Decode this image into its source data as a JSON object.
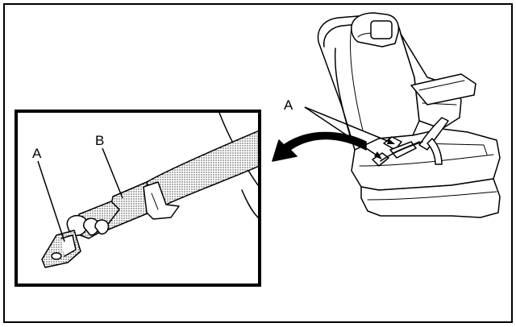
{
  "labels": {
    "inset_a": "A",
    "inset_b": "B",
    "seat_a": "A"
  },
  "colors": {
    "stroke": "#000000",
    "fill": "#ffffff",
    "stipple": "#000000"
  },
  "icons": {
    "arrow": "curved-arrow-icon"
  }
}
